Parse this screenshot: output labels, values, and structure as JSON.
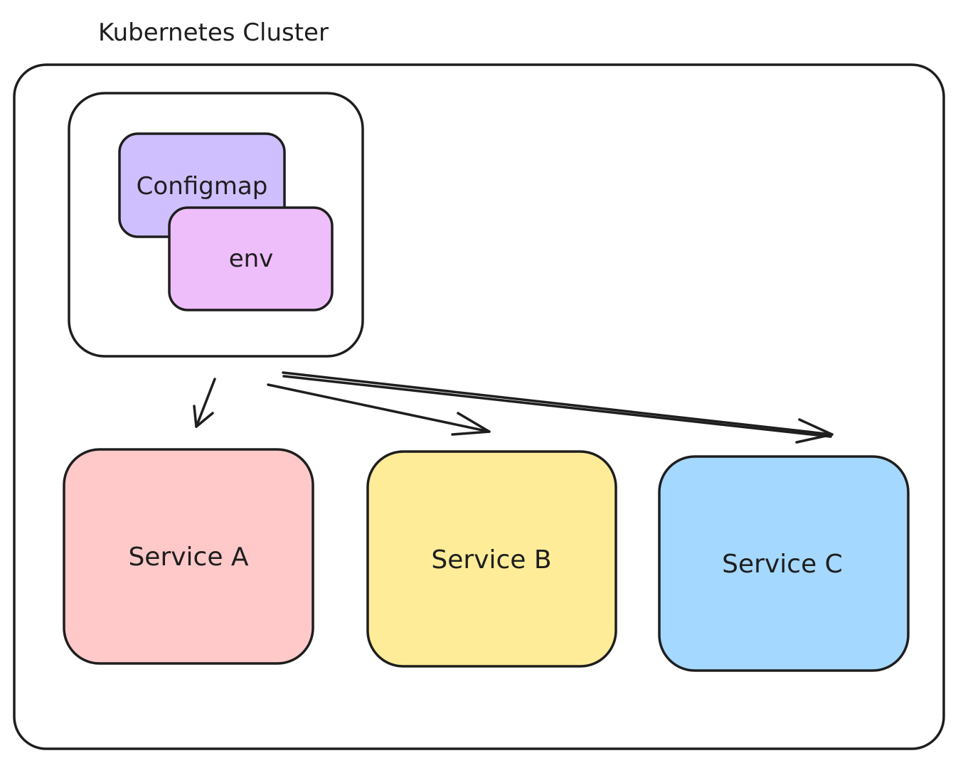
{
  "cluster": {
    "title": "Kubernetes Cluster"
  },
  "config_group": {
    "configmap": {
      "label": "Configmap",
      "fill": "#d0bfff"
    },
    "env": {
      "label": "env",
      "fill": "#eebefa"
    }
  },
  "services": [
    {
      "label": "Service A",
      "fill": "#ffc9c9"
    },
    {
      "label": "Service B",
      "fill": "#ffec99"
    },
    {
      "label": "Service C",
      "fill": "#a5d8ff"
    }
  ],
  "colors": {
    "stroke": "#1e1e1e",
    "background": "#ffffff"
  }
}
